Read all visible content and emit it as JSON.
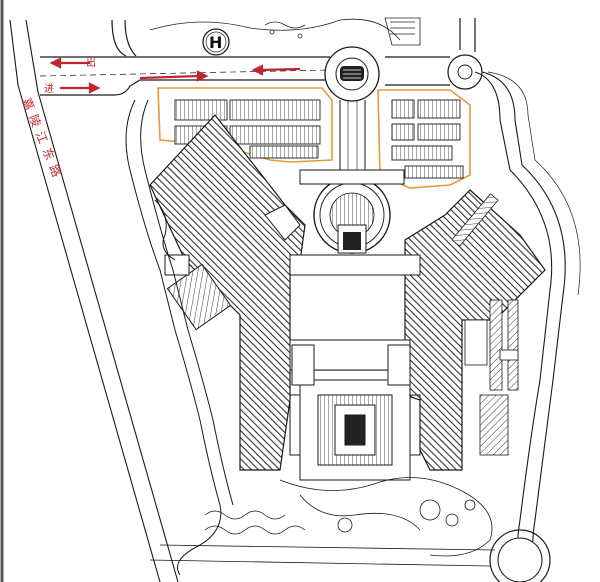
{
  "map": {
    "road_name": "嘉陵江东路",
    "entrance_label": "进",
    "exit_label": "出",
    "helipad_label": "H",
    "colors": {
      "line": "#1a1a1a",
      "arrow": "#c0272d",
      "boundary": "#e39a3b",
      "hatch": "#333333",
      "background": "#ffffff"
    }
  }
}
